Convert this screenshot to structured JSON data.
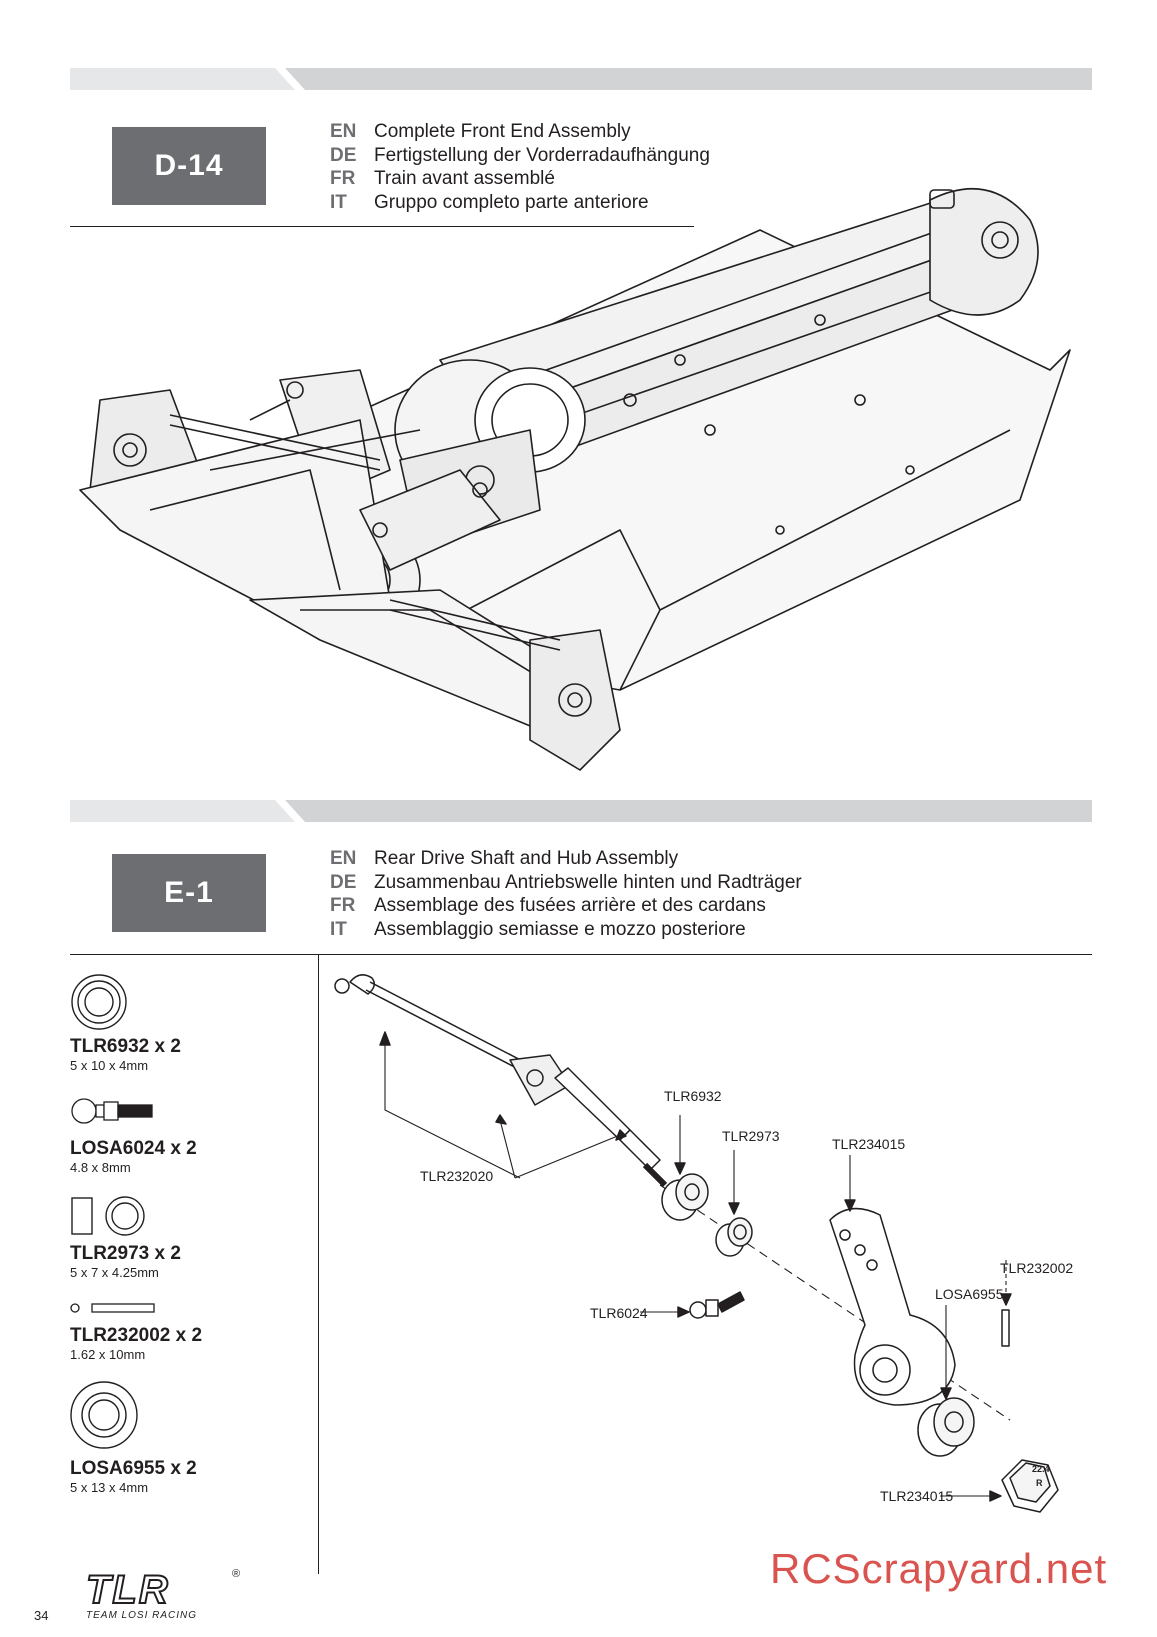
{
  "sections": [
    {
      "step": "D-14",
      "lines": [
        {
          "lang": "EN",
          "text": "Complete Front End Assembly"
        },
        {
          "lang": "DE",
          "text": "Fertigstellung der Vorderradaufhängung"
        },
        {
          "lang": "FR",
          "text": "Train avant assemblé"
        },
        {
          "lang": "IT",
          "text": "Gruppo completo parte anteriore"
        }
      ]
    },
    {
      "step": "E-1",
      "lines": [
        {
          "lang": "EN",
          "text": "Rear Drive Shaft and Hub Assembly"
        },
        {
          "lang": "DE",
          "text": "Zusammenbau Antriebswelle hinten und Radträger"
        },
        {
          "lang": "FR",
          "text": "Assemblage des fusées arrière et des cardans"
        },
        {
          "lang": "IT",
          "text": "Assemblaggio semiasse e mozzo posteriore"
        }
      ]
    }
  ],
  "parts": [
    {
      "code": "TLR6932 x 2",
      "dim": "5 x 10 x 4mm",
      "icon": "bearing-icon"
    },
    {
      "code": "LOSA6024 x 2",
      "dim": "4.8 x 8mm",
      "icon": "ball-stud-icon"
    },
    {
      "code": "TLR2973 x 2",
      "dim": "5 x 7 x 4.25mm",
      "icon": "spacer-icon"
    },
    {
      "code": "TLR232002 x 2",
      "dim": "1.62 x 10mm",
      "icon": "pin-icon"
    },
    {
      "code": "LOSA6955 x 2",
      "dim": "5 x 13 x 4mm",
      "icon": "bearing-icon"
    }
  ],
  "callouts": {
    "driveshaft": "TLR232020",
    "bearing_small": "TLR6932",
    "spacer": "TLR2973",
    "hub_carrier": "TLR234015",
    "bearing_large": "LOSA6955",
    "pin": "TLR232002",
    "ball_stud": "TLR6024",
    "hex": "TLR234015",
    "hex_marking_1": "22.4",
    "hex_marking_2": "R"
  },
  "footer": {
    "page_number": "34",
    "logo_text": "TLR",
    "logo_registered": "®",
    "logo_subtext": "TEAM LOSI RACING",
    "watermark": "RCScrapyard.net"
  },
  "colors": {
    "step_box": "#6d6e71",
    "band_light": "#e6e7e8",
    "band_dark": "#d1d3d4",
    "watermark": "#d9534f"
  }
}
